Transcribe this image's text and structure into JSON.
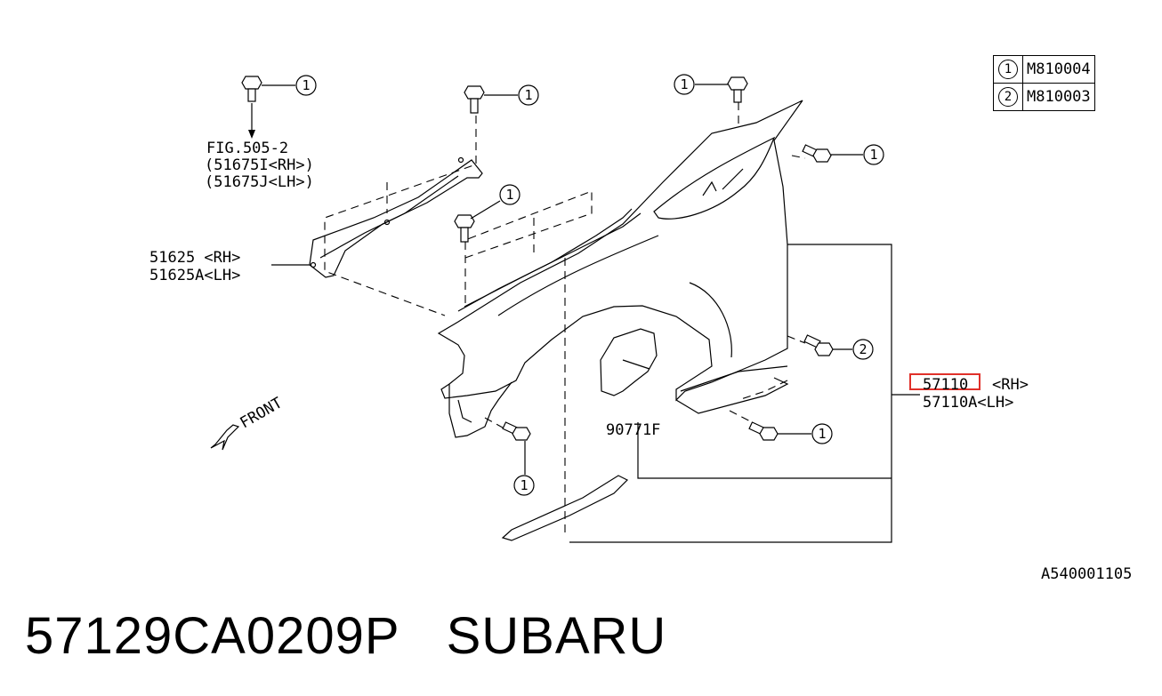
{
  "legend": [
    {
      "num": "1",
      "code": "M810004"
    },
    {
      "num": "2",
      "code": "M810003"
    }
  ],
  "labels": {
    "fig_ref": "FIG.505-2",
    "fig_ref_rh": "(51675I<RH>)",
    "fig_ref_lh": "(51675J<LH>)",
    "bracket_rh": "51625 <RH>",
    "bracket_lh": "51625A<LH>",
    "fender_rh_num": "57110",
    "fender_rh_side": "<RH>",
    "fender_lh": "57110A<LH>",
    "clip": "90771F",
    "front": "FRONT"
  },
  "callouts": {
    "c1": "1",
    "c2": "2"
  },
  "figure_code": "A540001105",
  "title": {
    "part_number": "57129CA0209P",
    "brand": "SUBARU"
  },
  "highlight_color": "#e0302a"
}
